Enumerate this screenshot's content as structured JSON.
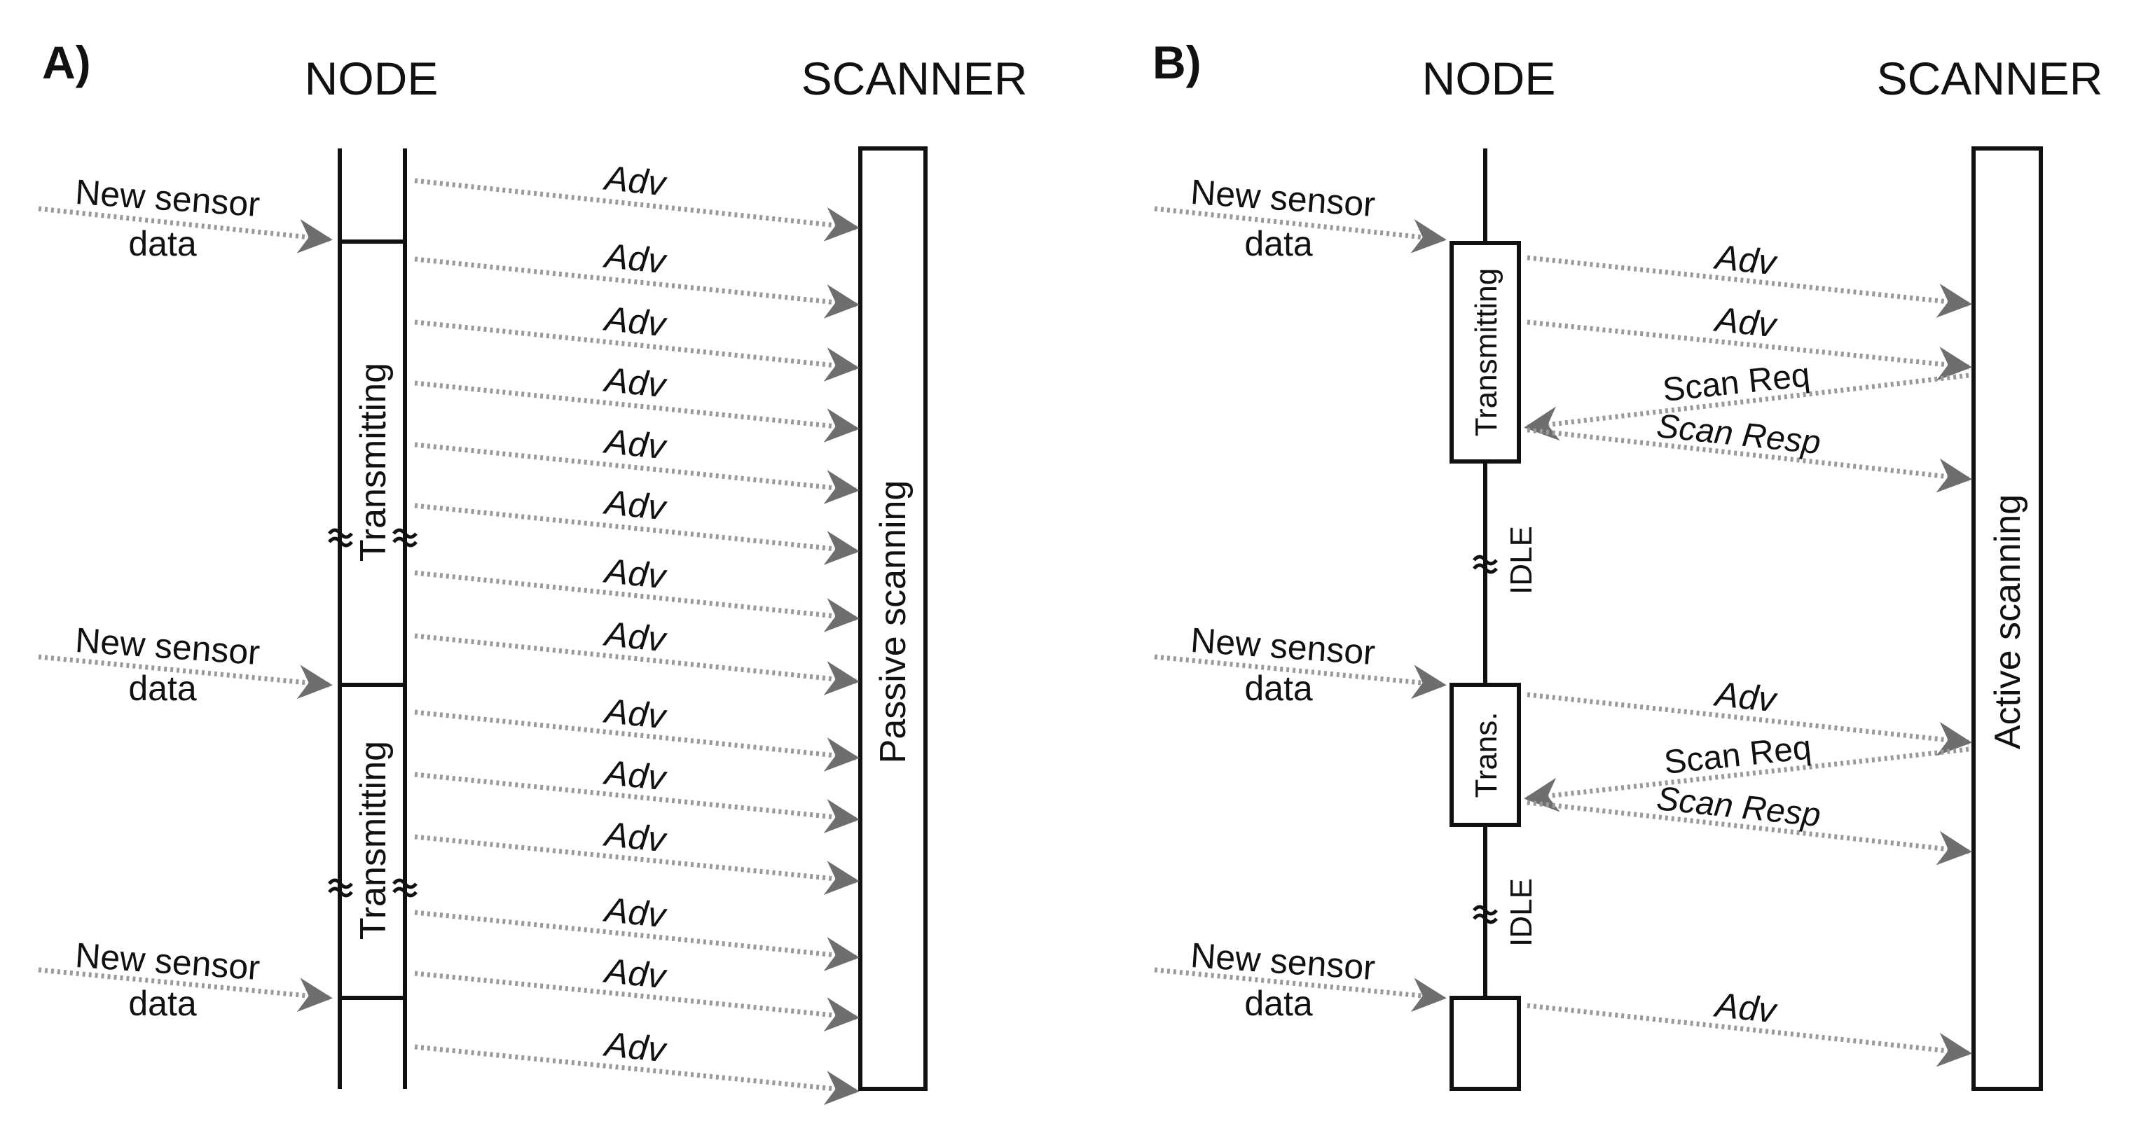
{
  "panel_a": {
    "label": "A)",
    "node_title": "NODE",
    "scanner_title": "SCANNER",
    "new_data_line1": "New sensor",
    "new_data_line2": "data",
    "adv": "Adv",
    "transmitting": "Transmitting",
    "scanner_state": "Passive scanning"
  },
  "panel_b": {
    "label": "B)",
    "node_title": "NODE",
    "scanner_title": "SCANNER",
    "new_data_line1": "New sensor",
    "new_data_line2": "data",
    "adv": "Adv",
    "scan_req": "Scan Req",
    "scan_resp": "Scan Resp",
    "transmitting": "Transmitting",
    "trans_short": "Trans.",
    "idle": "IDLE",
    "scanner_state": "Active  scanning"
  },
  "colors": {
    "line": "#111111",
    "dotted": "#9a9a9a",
    "arrowhead": "#6e6e6e"
  }
}
